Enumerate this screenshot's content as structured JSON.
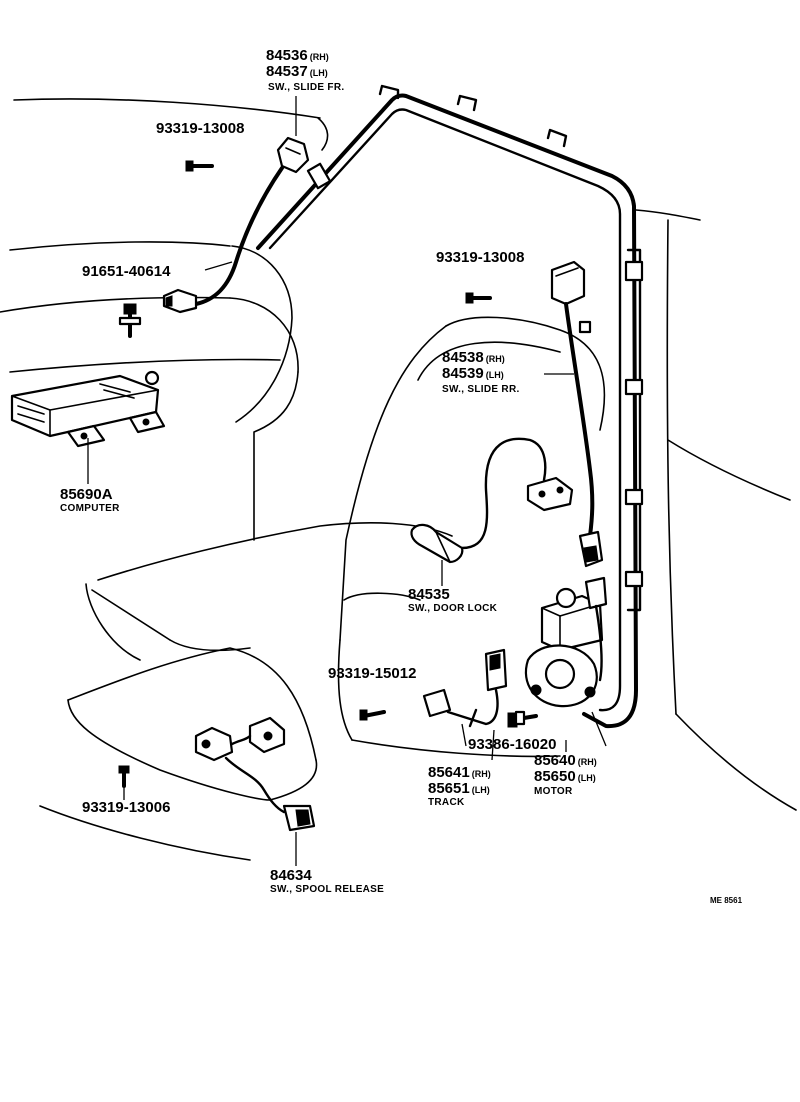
{
  "labels": {
    "slide_fr": {
      "rh_num": "84536",
      "rh_suf": "(RH)",
      "lh_num": "84537",
      "lh_suf": "(LH)",
      "desc": "SW., SLIDE FR."
    },
    "screw_top": {
      "num": "93319-13008"
    },
    "bolt_left": {
      "num": "91651-40614"
    },
    "computer": {
      "num": "85690A",
      "desc": "COMPUTER"
    },
    "screw_right": {
      "num": "93319-13008"
    },
    "slide_rr": {
      "rh_num": "84538",
      "rh_suf": "(RH)",
      "lh_num": "84539",
      "lh_suf": "(LH)",
      "desc": "SW., SLIDE RR."
    },
    "door_lock": {
      "num": "84535",
      "desc": "SW., DOOR LOCK"
    },
    "screw_mid": {
      "num": "93319-15012"
    },
    "screw_motor": {
      "num": "93386-16020"
    },
    "track": {
      "rh_num": "85641",
      "rh_suf": "(RH)",
      "lh_num": "85651",
      "lh_suf": "(LH)",
      "desc": "TRACK"
    },
    "motor": {
      "rh_num": "85640",
      "rh_suf": "(RH)",
      "lh_num": "85650",
      "lh_suf": "(LH)",
      "desc": "MOTOR"
    },
    "screw_bottom": {
      "num": "93319-13006"
    },
    "spool": {
      "num": "84634",
      "desc": "SW., SPOOL RELEASE"
    }
  },
  "reference_code": "ME 8561"
}
